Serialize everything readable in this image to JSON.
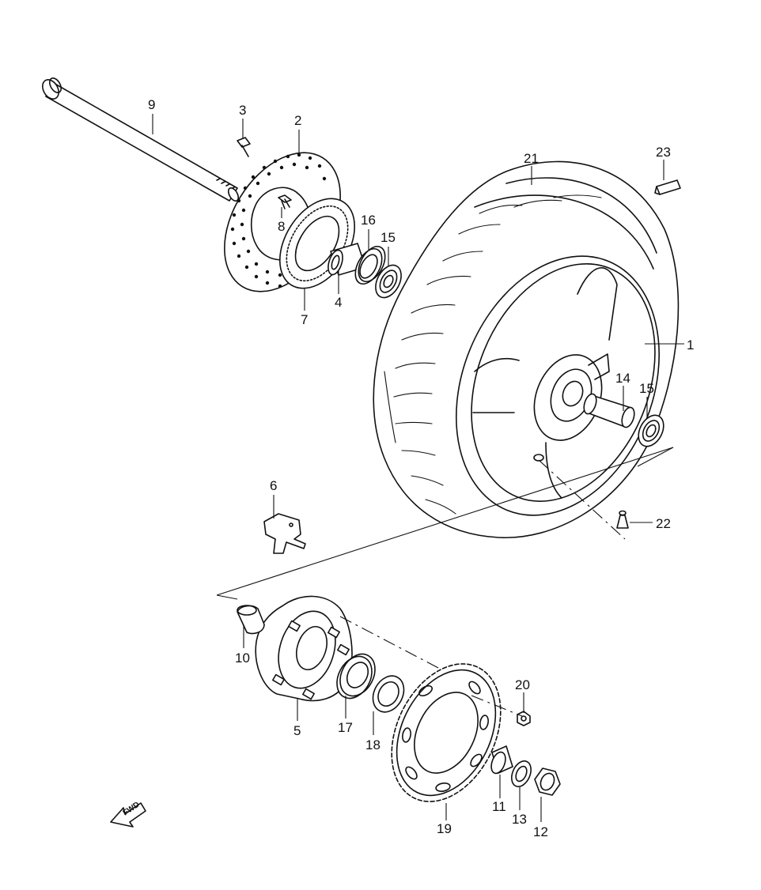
{
  "callouts": {
    "c1": "1",
    "c2": "2",
    "c3": "3",
    "c4": "4",
    "c5": "5",
    "c6": "6",
    "c7": "7",
    "c8": "8",
    "c9": "9",
    "c10": "10",
    "c11": "11",
    "c12": "12",
    "c13": "13",
    "c14": "14",
    "c15a": "15",
    "c15b": "15",
    "c16": "16",
    "c17": "17",
    "c18": "18",
    "c19": "19",
    "c20": "20",
    "c21": "21",
    "c22": "22",
    "c23": "23"
  },
  "fwd_label": "FWD",
  "line_color": "#111111",
  "background": "#ffffff"
}
